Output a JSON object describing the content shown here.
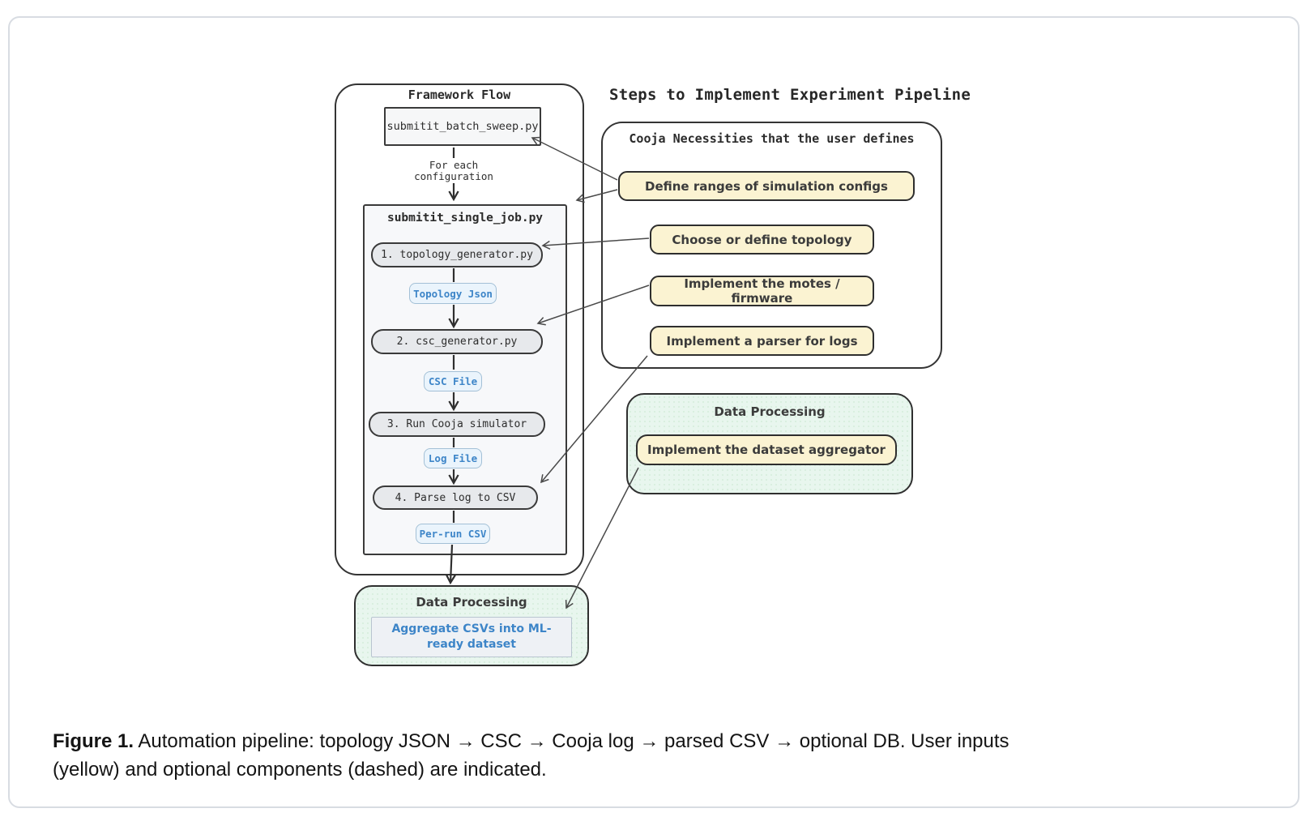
{
  "colors": {
    "user_input_yellow": "#fbf3d2",
    "artifact_blue": "#3d85c8",
    "process_green": "#e8f6ee",
    "box_gray": "#e7e9ec",
    "border_dark": "#343434",
    "card_border": "#d8dce2"
  },
  "framework_flow": {
    "title": "Framework Flow",
    "batch_script": "submitit_batch_sweep.py",
    "loop_label": [
      "For each",
      "configuration"
    ],
    "single_job": {
      "title": "submitit_single_job.py",
      "steps": [
        "1. topology_generator.py",
        "2. csc_generator.py",
        "3. Run Cooja simulator",
        "4. Parse log to CSV"
      ],
      "artifacts": [
        "Topology Json",
        "CSC File",
        "Log File",
        "Per-run CSV"
      ]
    },
    "data_processing": {
      "title": "Data Processing",
      "box": "Aggregate CSVs into ML-ready dataset"
    }
  },
  "steps_panel": {
    "title": "Steps to Implement Experiment Pipeline",
    "cooja_box": {
      "title": "Cooja Necessities that the user defines",
      "items": [
        "Define ranges of simulation configs",
        "Choose or define topology",
        "Implement the motes / firmware",
        "Implement a parser for logs"
      ]
    },
    "data_processing": {
      "title": "Data Processing",
      "item": "Implement the dataset aggregator"
    }
  },
  "caption": {
    "label": "Figure 1.",
    "line1": " Automation pipeline: topology JSON → CSC → Cooja log → parsed CSV → optional DB. User inputs",
    "line2": "(yellow) and optional components (dashed) are indicated."
  }
}
